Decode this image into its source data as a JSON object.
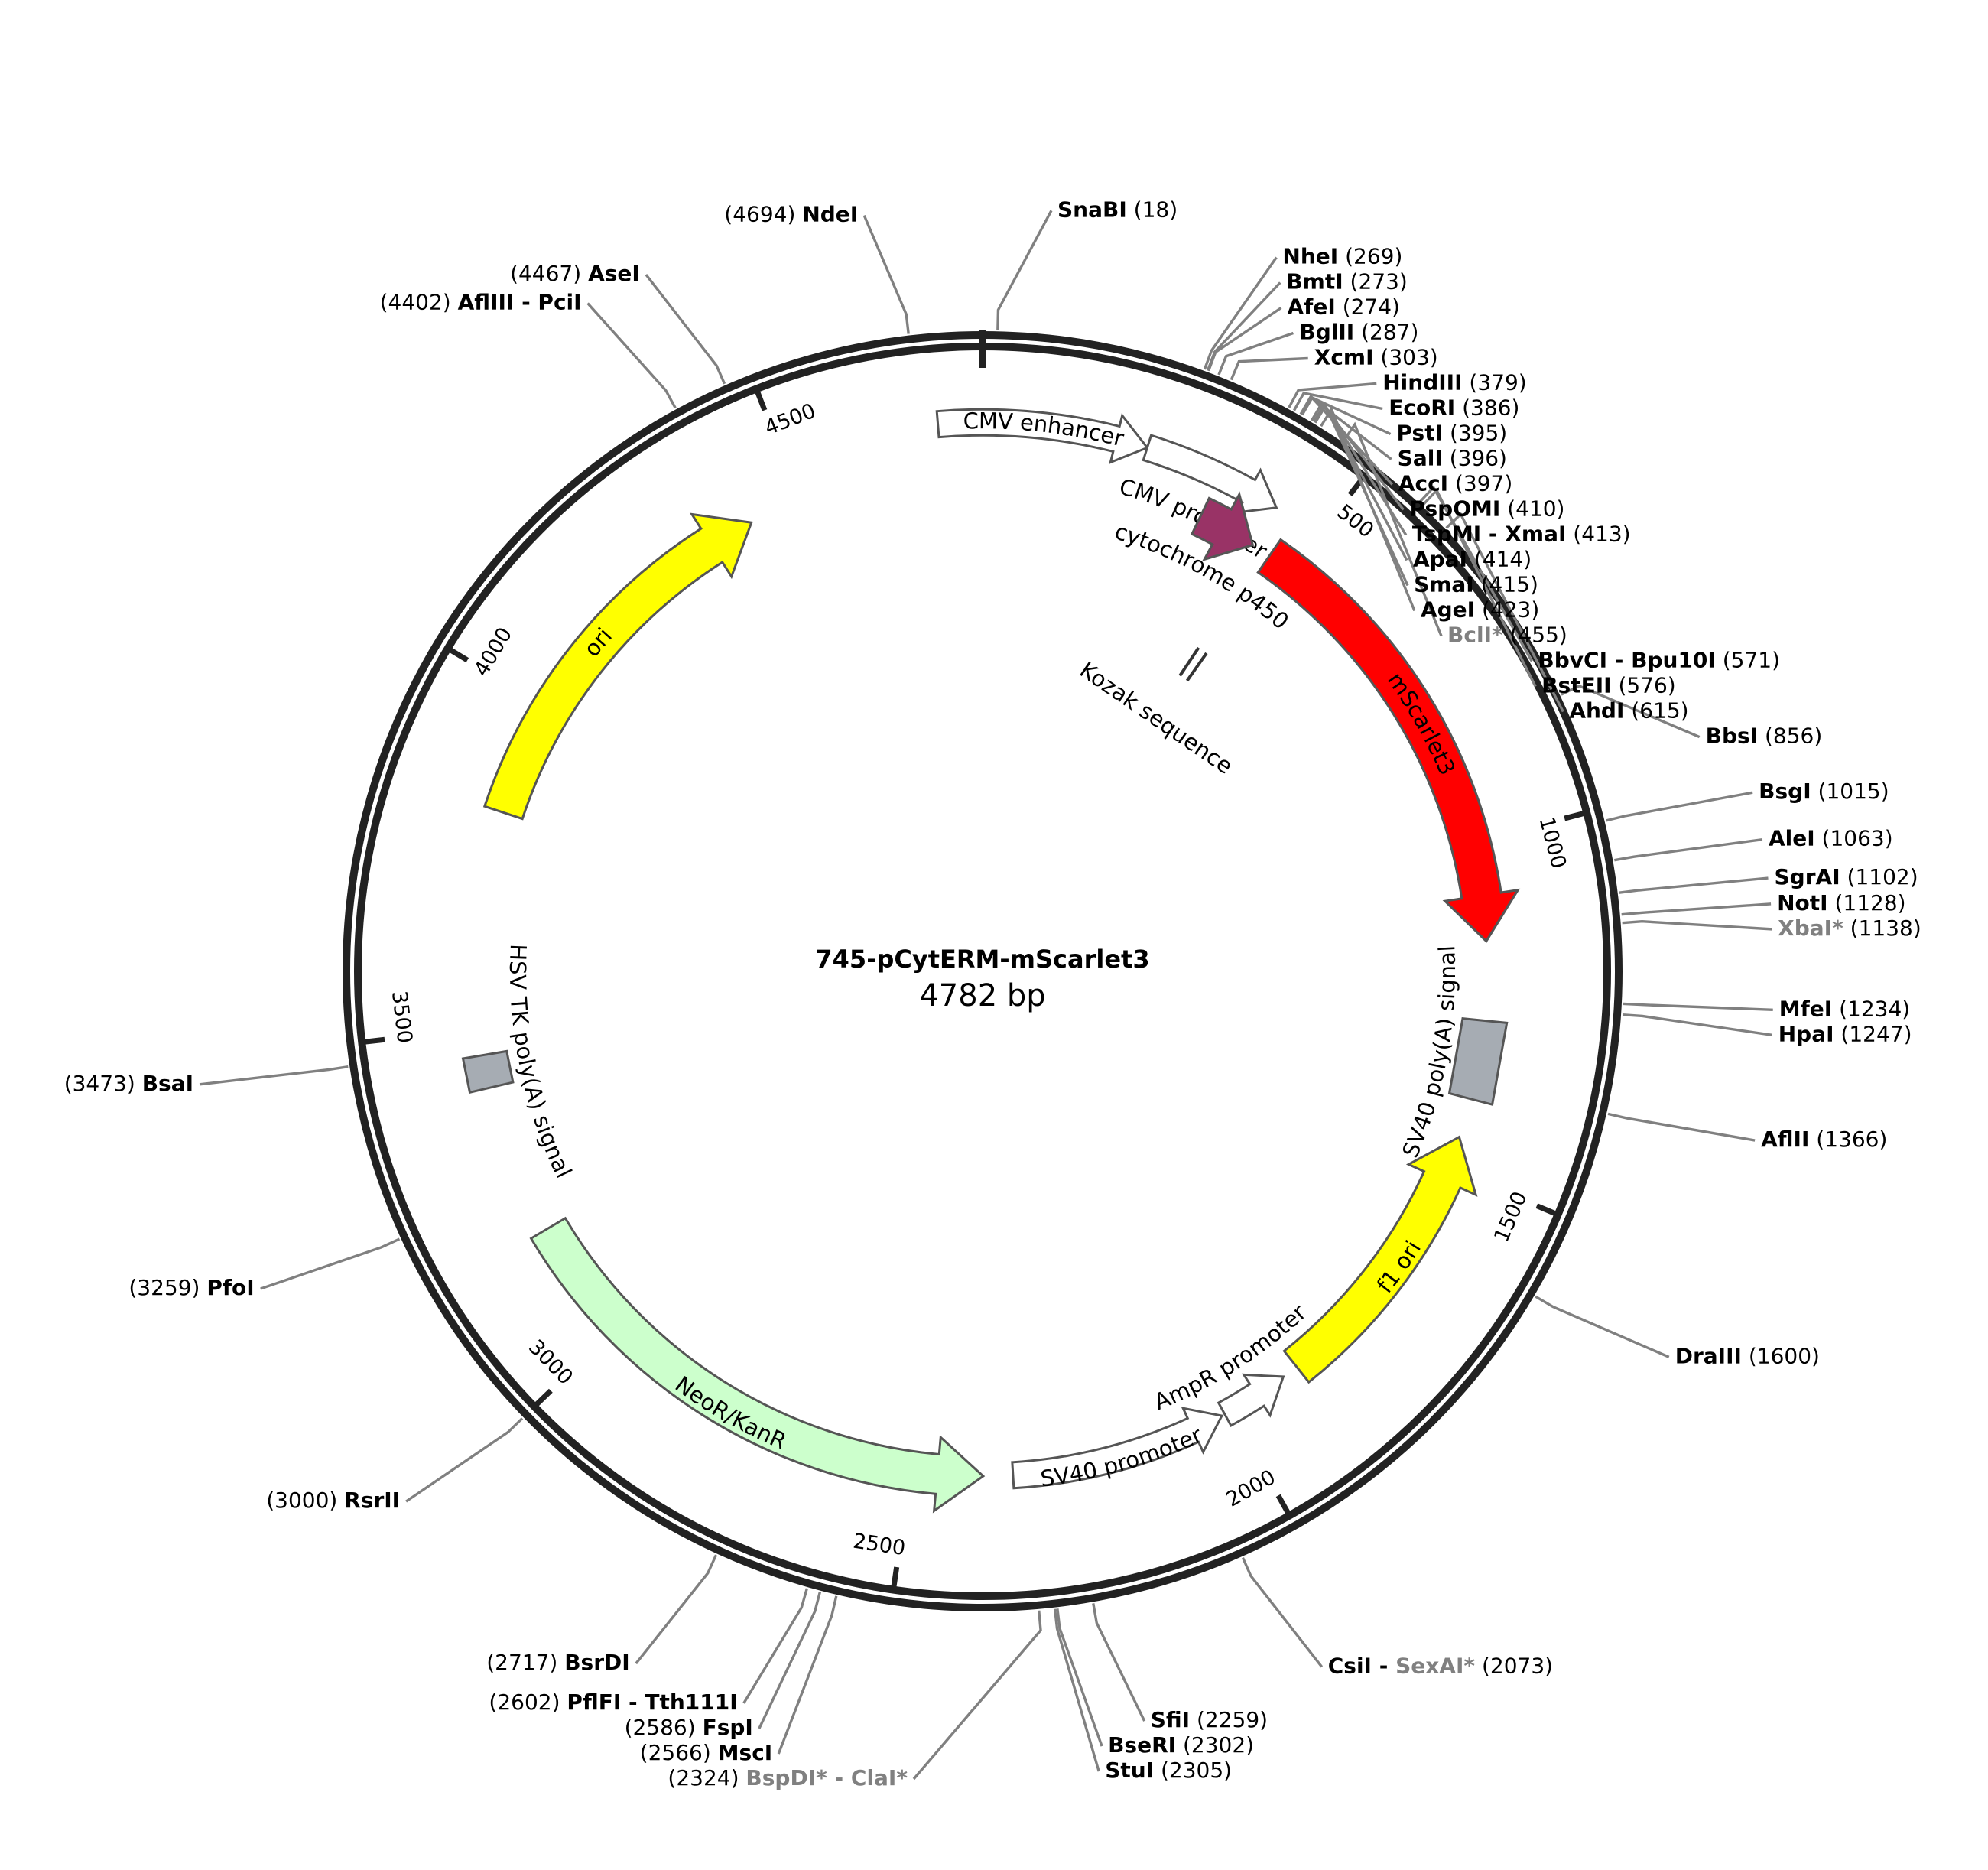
{
  "map": {
    "name": "745-pCytERM-mScarlet3",
    "length_label": "4782 bp",
    "total_bp": 4782
  },
  "colors": {
    "backbone": "#222222",
    "leader": "#808080",
    "mScarlet3": "#ff0000",
    "ori": "#ffff00",
    "f1_ori": "#ffff00",
    "NeoR_KanR": "#ccffcc",
    "cytochrome_p450": "#993366",
    "polyA": "#a6acb3",
    "promoter": "#ffffff",
    "nonunique_site": "#808080"
  },
  "ticks": [
    {
      "bp": 500,
      "label": "500"
    },
    {
      "bp": 1000,
      "label": "1000"
    },
    {
      "bp": 1500,
      "label": "1500"
    },
    {
      "bp": 2000,
      "label": "2000"
    },
    {
      "bp": 2500,
      "label": "2500"
    },
    {
      "bp": 3000,
      "label": "3000"
    },
    {
      "bp": 3500,
      "label": "3500"
    },
    {
      "bp": 4000,
      "label": "4000"
    },
    {
      "bp": 4500,
      "label": "4500"
    }
  ],
  "features": [
    {
      "id": "cmv-enhancer",
      "label": "CMV enhancer",
      "start": 4720,
      "end": 232,
      "strand": 1,
      "style": "promoter",
      "radius_frac": 0.87,
      "label_mode": "inside"
    },
    {
      "id": "cmv-promoter",
      "label": "CMV promoter",
      "start": 232,
      "end": 430,
      "strand": 1,
      "style": "promoter",
      "radius_frac": 0.87,
      "label_mode": "below"
    },
    {
      "id": "cytochrome-p450",
      "label": "cytochrome p450",
      "start": 340,
      "end": 430,
      "strand": 1,
      "style": "cytochrome_p450",
      "radius_frac": 0.8,
      "label_mode": "below"
    },
    {
      "id": "kozak",
      "label": "Kozak sequence",
      "start": 453,
      "end": 462,
      "strand": 0,
      "style": "line",
      "radius_frac": 0.59,
      "label_mode": "below"
    },
    {
      "id": "mscarlet3",
      "label": "mScarlet3",
      "start": 460,
      "end": 1150,
      "strand": 1,
      "style": "mScarlet3",
      "radius_frac": 0.8,
      "label_mode": "inside"
    },
    {
      "id": "sv40-polya",
      "label": "SV40 poly(A) signal",
      "start": 1270,
      "end": 1390,
      "strand": 0,
      "style": "polyA",
      "radius_frac": 0.8,
      "label_mode": "below"
    },
    {
      "id": "f1-ori",
      "label": "f1 ori",
      "start": 1450,
      "end": 1880,
      "strand": -1,
      "style": "f1_ori",
      "radius_frac": 0.8,
      "label_mode": "inside"
    },
    {
      "id": "ampr-promoter",
      "label": "AmpR promoter",
      "start": 1905,
      "end": 2010,
      "strand": -1,
      "style": "promoter",
      "radius_frac": 0.8,
      "label_mode": "below"
    },
    {
      "id": "sv40-promoter",
      "label": "SV40 promoter",
      "start": 2015,
      "end": 2345,
      "strand": -1,
      "style": "promoter",
      "radius_frac": 0.8,
      "label_mode": "inside"
    },
    {
      "id": "neor-kanr",
      "label": "NeoR/KanR",
      "start": 2390,
      "end": 3180,
      "strand": -1,
      "style": "NeoR_KanR",
      "radius_frac": 0.8,
      "label_mode": "inside"
    },
    {
      "id": "hsv-tk-polya",
      "label": "HSV TK poly(A) signal",
      "start": 3410,
      "end": 3460,
      "strand": 0,
      "style": "polyA",
      "radius_frac": 0.8,
      "label_mode": "below"
    },
    {
      "id": "ori",
      "label": "ori",
      "start": 3830,
      "end": 4420,
      "strand": 1,
      "style": "ori",
      "radius_frac": 0.8,
      "label_mode": "inside"
    }
  ],
  "sites": [
    {
      "name": "SnaBI",
      "pos": "18",
      "bp": 18,
      "unique": true,
      "side": "right"
    },
    {
      "name": "NheI",
      "pos": "269",
      "bp": 269,
      "unique": true,
      "side": "right"
    },
    {
      "name": "BmtI",
      "pos": "273",
      "bp": 273,
      "unique": true,
      "side": "right"
    },
    {
      "name": "AfeI",
      "pos": "274",
      "bp": 274,
      "unique": true,
      "side": "right"
    },
    {
      "name": "BglII",
      "pos": "287",
      "bp": 287,
      "unique": true,
      "side": "right"
    },
    {
      "name": "XcmI",
      "pos": "303",
      "bp": 303,
      "unique": true,
      "side": "right"
    },
    {
      "name": "HindIII",
      "pos": "379",
      "bp": 379,
      "unique": true,
      "side": "right"
    },
    {
      "name": "EcoRI",
      "pos": "386",
      "bp": 386,
      "unique": true,
      "side": "right"
    },
    {
      "name": "PstI",
      "pos": "395",
      "bp": 395,
      "unique": true,
      "side": "right"
    },
    {
      "name": "SalI",
      "pos": "396",
      "bp": 396,
      "unique": true,
      "side": "right"
    },
    {
      "name": "AccI",
      "pos": "397",
      "bp": 397,
      "unique": true,
      "side": "right"
    },
    {
      "name": "PspOMI",
      "pos": "410",
      "bp": 410,
      "unique": true,
      "side": "right"
    },
    {
      "name": "TspMI - XmaI",
      "pos": "413",
      "bp": 413,
      "unique": true,
      "side": "right"
    },
    {
      "name": "ApaI",
      "pos": "414",
      "bp": 414,
      "unique": true,
      "side": "right"
    },
    {
      "name": "SmaI",
      "pos": "415",
      "bp": 415,
      "unique": true,
      "side": "right"
    },
    {
      "name": "AgeI",
      "pos": "423",
      "bp": 423,
      "unique": true,
      "side": "right"
    },
    {
      "name": "BclI*",
      "pos": "455",
      "bp": 455,
      "unique": false,
      "side": "right"
    },
    {
      "name": "BbvCI - Bpu10I",
      "pos": "571",
      "bp": 571,
      "unique": true,
      "side": "right"
    },
    {
      "name": "BstEII",
      "pos": "576",
      "bp": 576,
      "unique": true,
      "side": "right"
    },
    {
      "name": "AhdI",
      "pos": "615",
      "bp": 615,
      "unique": true,
      "side": "right"
    },
    {
      "name": "BbsI",
      "pos": "856",
      "bp": 856,
      "unique": true,
      "side": "right"
    },
    {
      "name": "BsgI",
      "pos": "1015",
      "bp": 1015,
      "unique": true,
      "side": "right"
    },
    {
      "name": "AleI",
      "pos": "1063",
      "bp": 1063,
      "unique": true,
      "side": "right"
    },
    {
      "name": "SgrAI",
      "pos": "1102",
      "bp": 1102,
      "unique": true,
      "side": "right"
    },
    {
      "name": "NotI",
      "pos": "1128",
      "bp": 1128,
      "unique": true,
      "side": "right"
    },
    {
      "name": "XbaI*",
      "pos": "1138",
      "bp": 1138,
      "unique": false,
      "side": "right"
    },
    {
      "name": "MfeI",
      "pos": "1234",
      "bp": 1234,
      "unique": true,
      "side": "right"
    },
    {
      "name": "HpaI",
      "pos": "1247",
      "bp": 1247,
      "unique": true,
      "side": "right"
    },
    {
      "name": "AflII",
      "pos": "1366",
      "bp": 1366,
      "unique": true,
      "side": "right"
    },
    {
      "name": "DraIII",
      "pos": "1600",
      "bp": 1600,
      "unique": true,
      "side": "right"
    },
    {
      "name": "CsiI - SexAI*",
      "pos": "2073",
      "bp": 2073,
      "unique": true,
      "side": "right",
      "grey_part": "SexAI*"
    },
    {
      "name": "SfiI",
      "pos": "2259",
      "bp": 2259,
      "unique": true,
      "side": "right"
    },
    {
      "name": "BseRI",
      "pos": "2302",
      "bp": 2302,
      "unique": true,
      "side": "right"
    },
    {
      "name": "StuI",
      "pos": "2305",
      "bp": 2305,
      "unique": true,
      "side": "right"
    },
    {
      "name": "BspDI* - ClaI*",
      "pos": "2324",
      "bp": 2324,
      "unique": false,
      "side": "left"
    },
    {
      "name": "MscI",
      "pos": "2566",
      "bp": 2566,
      "unique": true,
      "side": "left"
    },
    {
      "name": "FspI",
      "pos": "2586",
      "bp": 2586,
      "unique": true,
      "side": "left"
    },
    {
      "name": "PflFI - Tth111I",
      "pos": "2602",
      "bp": 2602,
      "unique": true,
      "side": "left"
    },
    {
      "name": "BsrDI",
      "pos": "2717",
      "bp": 2717,
      "unique": true,
      "side": "left"
    },
    {
      "name": "RsrII",
      "pos": "3000",
      "bp": 3000,
      "unique": true,
      "side": "left"
    },
    {
      "name": "PfoI",
      "pos": "3259",
      "bp": 3259,
      "unique": true,
      "side": "left"
    },
    {
      "name": "BsaI",
      "pos": "3473",
      "bp": 3473,
      "unique": true,
      "side": "left"
    },
    {
      "name": "AflIII - PciI",
      "pos": "4402",
      "bp": 4402,
      "unique": true,
      "side": "left"
    },
    {
      "name": "AseI",
      "pos": "4467",
      "bp": 4467,
      "unique": true,
      "side": "left"
    },
    {
      "name": "NdeI",
      "pos": "4694",
      "bp": 4694,
      "unique": true,
      "side": "left"
    }
  ]
}
